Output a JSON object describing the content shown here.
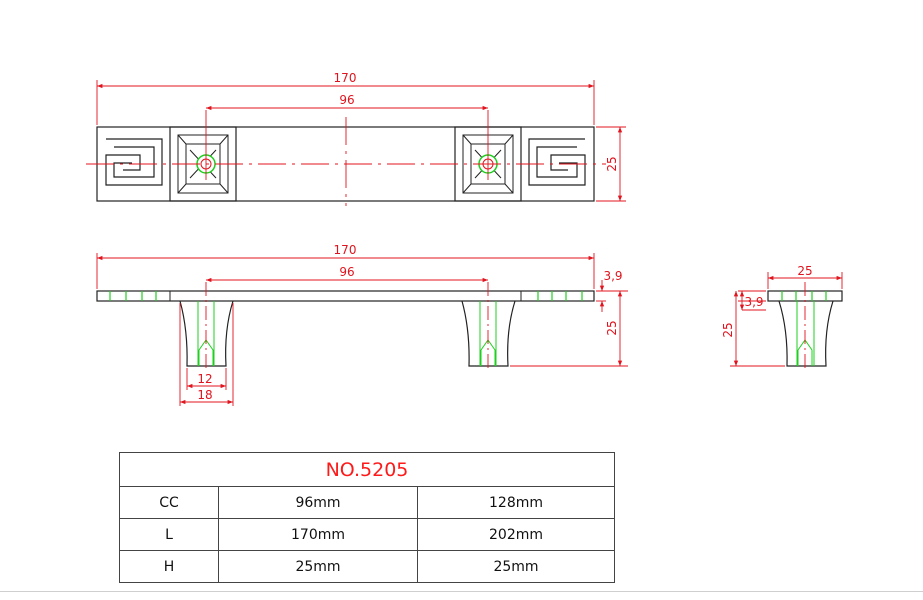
{
  "colors": {
    "outline": "#222222",
    "dimension": "#e0141e",
    "green": "#1fcf1f",
    "title": "#ff1a1a"
  },
  "top_view": {
    "length_label": "170",
    "cc_label": "96",
    "height_label": "25"
  },
  "side_view": {
    "length_label": "170",
    "cc_label": "96",
    "thickness_label": "3,9",
    "height_label": "25",
    "inner_width_label": "12",
    "outer_width_label": "18"
  },
  "end_view": {
    "width_label": "25",
    "thickness_label": "3,9",
    "height_label": "25"
  },
  "table": {
    "title": "NO.5205",
    "rows": [
      {
        "label": "CC",
        "a": "96mm",
        "b": "128mm"
      },
      {
        "label": "L",
        "a": "170mm",
        "b": "202mm"
      },
      {
        "label": "H",
        "a": "25mm",
        "b": "25mm"
      }
    ]
  }
}
